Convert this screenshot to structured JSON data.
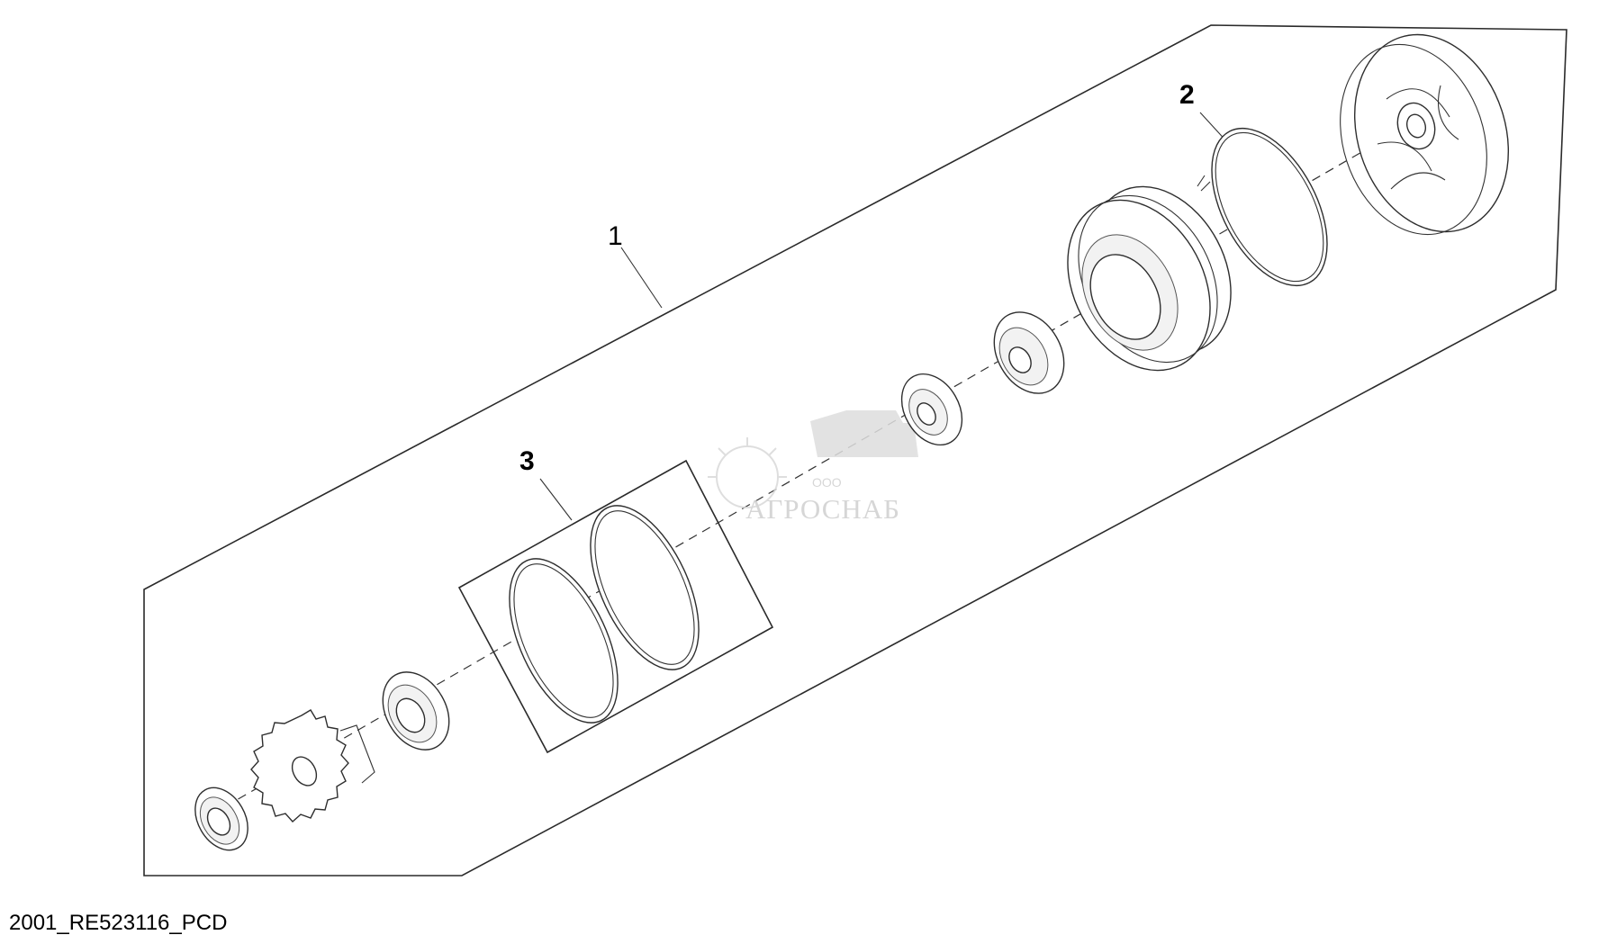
{
  "diagram": {
    "callouts": [
      {
        "id": "1",
        "label": "1"
      },
      {
        "id": "2",
        "label": "2"
      },
      {
        "id": "3",
        "label": "3"
      }
    ]
  },
  "watermark": {
    "company_type": "ООО",
    "brand": "АГРОСНАБ"
  },
  "caption": "2001_RE523116_PCD"
}
